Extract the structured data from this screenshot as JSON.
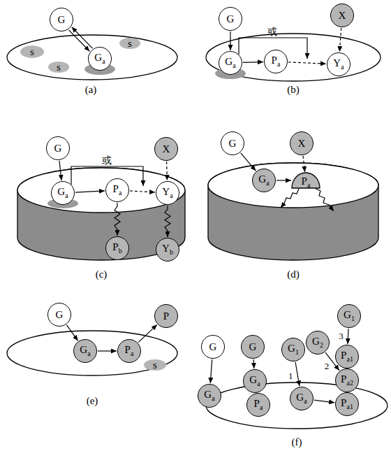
{
  "diagram": {
    "nodes": [
      {
        "text": [
          "G"
        ]
      },
      {
        "text": [
          "Ga"
        ]
      },
      {
        "text": [
          "s"
        ]
      },
      {
        "text": [
          "s"
        ]
      },
      {
        "text": [
          "s"
        ]
      },
      {
        "text": [
          "G"
        ]
      },
      {
        "text": [
          "Ga"
        ]
      },
      {
        "text": [
          "Pa"
        ]
      },
      {
        "text": [
          "X"
        ]
      },
      {
        "text": [
          "Ya"
        ]
      },
      {
        "text": [
          "G"
        ]
      },
      {
        "text": [
          "Ga"
        ]
      },
      {
        "text": [
          "Pa"
        ]
      },
      {
        "text": [
          "X"
        ]
      },
      {
        "text": [
          "Ya"
        ]
      },
      {
        "text": [
          "Pb"
        ]
      },
      {
        "text": [
          "Yb"
        ]
      },
      {
        "text": [
          "G"
        ]
      },
      {
        "text": [
          "X"
        ]
      },
      {
        "text": [
          "Ga"
        ]
      },
      {
        "text": [
          "Pa"
        ]
      },
      {
        "text": [
          "G"
        ]
      },
      {
        "text": [
          "P"
        ]
      },
      {
        "text": [
          "Ga"
        ]
      },
      {
        "text": [
          "Pa"
        ]
      },
      {
        "text": [
          "s"
        ]
      },
      {
        "text": [
          "G"
        ]
      },
      {
        "text": [
          "Ga"
        ]
      },
      {
        "text": [
          "G"
        ]
      },
      {
        "text": [
          "Ga"
        ]
      },
      {
        "text": [
          "Pa"
        ]
      },
      {
        "text": [
          "G1"
        ]
      },
      {
        "text": [
          "Ga"
        ]
      },
      {
        "text": [
          "Pa1"
        ]
      },
      {
        "text": [
          "G2"
        ]
      },
      {
        "text": [
          "Pa2"
        ]
      },
      {
        "text": [
          "G1"
        ]
      },
      {
        "text": [
          "Pa1"
        ]
      }
    ],
    "edges": [
      {
        "from": 0,
        "to": 1,
        "arrow": "to"
      },
      {
        "from": 1,
        "to": 0,
        "arrow": "to"
      },
      {
        "from": 5,
        "to": 6,
        "arrow": "to"
      },
      {
        "from": 6,
        "to": 7,
        "arrow": "to"
      },
      {
        "from": 7,
        "to": 9,
        "arrow": "to"
      },
      {
        "from": 8,
        "to": 9,
        "arrow": "to"
      },
      {
        "from": 10,
        "to": 11,
        "arrow": "to"
      },
      {
        "from": 11,
        "to": 12,
        "arrow": "to"
      },
      {
        "from": 12,
        "to": 14,
        "arrow": "to"
      },
      {
        "from": 13,
        "to": 14,
        "arrow": "to"
      },
      {
        "from": 12,
        "to": 15,
        "arrow": "to"
      },
      {
        "from": 14,
        "to": 16,
        "arrow": "to"
      },
      {
        "from": 17,
        "to": 19,
        "arrow": "to"
      },
      {
        "from": 19,
        "to": 20,
        "arrow": "to"
      },
      {
        "from": 18,
        "to": 20,
        "arrow": "to"
      },
      {
        "from": 21,
        "to": 23,
        "arrow": "to"
      },
      {
        "from": 23,
        "to": 24,
        "arrow": "to"
      },
      {
        "from": 24,
        "to": 22,
        "arrow": "to"
      },
      {
        "from": 26,
        "to": 27,
        "arrow": "to"
      },
      {
        "from": 28,
        "to": 29,
        "arrow": "to"
      },
      {
        "from": 31,
        "to": 32,
        "label": "1",
        "arrow": "to"
      },
      {
        "from": 32,
        "to": 33,
        "arrow": "to"
      },
      {
        "from": 34,
        "to": 35,
        "label": "2",
        "arrow": "to"
      },
      {
        "from": 36,
        "to": 37,
        "label": "3",
        "arrow": "to"
      }
    ],
    "labels": [
      "(a)",
      "或",
      "(b)",
      "或",
      "(c)",
      "(d)",
      "(e)",
      "(f)"
    ]
  }
}
